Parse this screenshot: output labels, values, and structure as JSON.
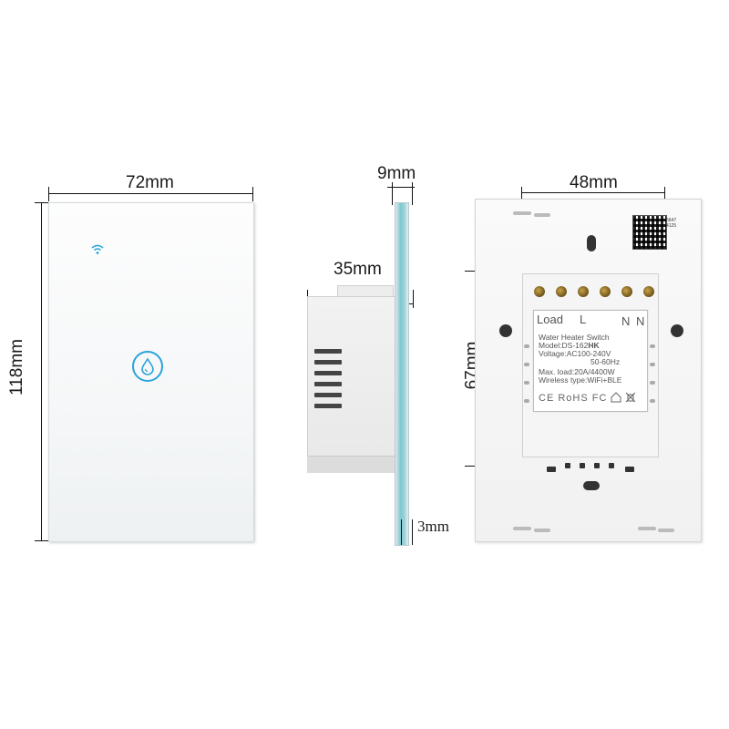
{
  "front_view": {
    "width_label": "72mm",
    "height_label": "118mm",
    "icons": [
      "wifi-icon",
      "water-drop-icon"
    ]
  },
  "side_view": {
    "depth_label": "9mm",
    "body_depth_label": "35mm",
    "glass_thickness_label": "3mm"
  },
  "back_view": {
    "width_label": "48mm",
    "height_label": "67mm",
    "terminals": {
      "load": "Load",
      "l": "L",
      "n1": "N",
      "n2": "N"
    },
    "label_lines": {
      "line1": "Water Heater Switch",
      "line2": "Model:DS-162",
      "line2b": "HK",
      "line3": "Voltage:AC100-240V",
      "line4": "50-60Hz",
      "line5": "Max. load:20A/4400W",
      "line6": "Wireless type:WiFi+BLE"
    },
    "certifications": "CE RoHS FC",
    "qr_code_number": "5647 4125"
  },
  "colors": {
    "accent_blue": "#2aa3db",
    "glass_edge": "#7fc8cf"
  }
}
